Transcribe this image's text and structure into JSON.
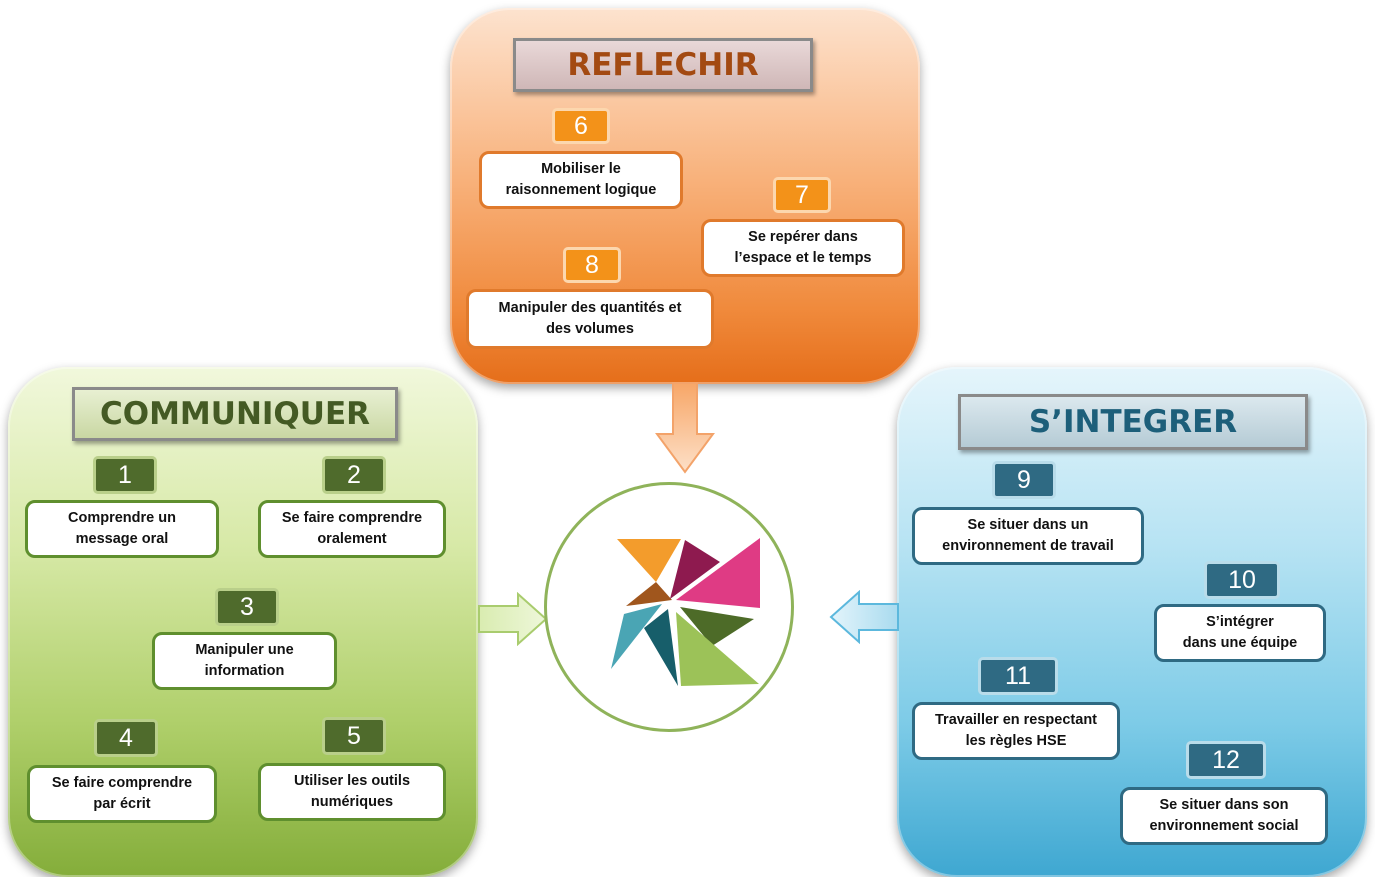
{
  "sections": {
    "reflechir": {
      "title": "REFLECHIR",
      "items": [
        {
          "num": "6",
          "line1": "Mobiliser le",
          "line2": "raisonnement logique"
        },
        {
          "num": "7",
          "line1": "Se repérer dans",
          "line2": "l’espace et le temps"
        },
        {
          "num": "8",
          "line1": "Manipuler des quantités et",
          "line2": "des volumes"
        }
      ]
    },
    "communiquer": {
      "title": "COMMUNIQUER",
      "items": [
        {
          "num": "1",
          "line1": "Comprendre un",
          "line2": "message oral"
        },
        {
          "num": "2",
          "line1": "Se faire comprendre",
          "line2": "oralement"
        },
        {
          "num": "3",
          "line1": "Manipuler une",
          "line2": "information"
        },
        {
          "num": "4",
          "line1": "Se faire comprendre",
          "line2": "par écrit"
        },
        {
          "num": "5",
          "line1": "Utiliser les outils",
          "line2": "numériques"
        }
      ]
    },
    "integrer": {
      "title": "S’INTEGRER",
      "items": [
        {
          "num": "9",
          "line1": "Se situer dans un",
          "line2": "environnement de travail"
        },
        {
          "num": "10",
          "line1": "S’intégrer",
          "line2": "dans une équipe"
        },
        {
          "num": "11",
          "line1": "Travailler en respectant",
          "line2": "les règles HSE"
        },
        {
          "num": "12",
          "line1": "Se situer dans son",
          "line2": "environnement social"
        }
      ]
    }
  },
  "colors": {
    "reflechir": "#f08a3c",
    "communiquer": "#84ad3a",
    "integrer": "#3ea7d1",
    "logo_orange": "#f39c2c",
    "logo_brown": "#a0561d",
    "logo_magenta": "#df3b84",
    "logo_maroon": "#8e1a4f",
    "logo_teal": "#4aa5b4",
    "logo_dark_teal": "#175e6a",
    "logo_dark_green": "#4d6b28",
    "logo_light_green": "#9cc258"
  },
  "icons": {
    "center_logo": "pinwheel-logo-icon",
    "arrow_top": "arrow-down-icon",
    "arrow_left": "arrow-right-icon",
    "arrow_right": "arrow-left-icon"
  }
}
